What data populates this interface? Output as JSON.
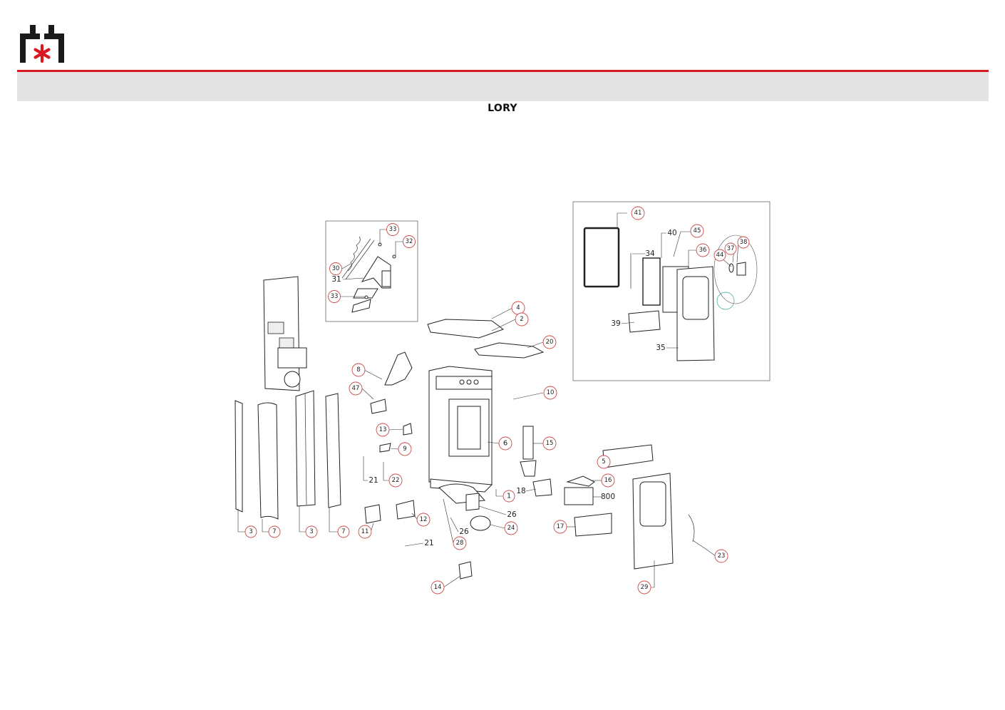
{
  "header": {
    "title": "LORY",
    "accent_color": "#d71920",
    "band_color": "#e3e3e3",
    "logo_icon": "flame-asterisk-logo"
  },
  "callouts": {
    "c33a": "33",
    "c32": "32",
    "c30": "30",
    "c31": "31",
    "c33b": "33",
    "c41": "41",
    "c40": "40",
    "c45": "45",
    "c34": "34",
    "c36": "36",
    "c44": "44",
    "c37": "37",
    "c38": "38",
    "c39": "39",
    "c35": "35",
    "c4": "4",
    "c2": "2",
    "c20": "20",
    "c8": "8",
    "c47": "47",
    "c10": "10",
    "c13": "13",
    "c9": "9",
    "c6": "6",
    "c15": "15",
    "c5": "5",
    "c16": "16",
    "c21a": "21",
    "c22": "22",
    "c1": "1",
    "c18": "18",
    "c800": "800",
    "c26a": "26",
    "c12": "12",
    "c11": "11",
    "c26b": "26",
    "c24": "24",
    "c17": "17",
    "c3a": "3",
    "c7a": "7",
    "c3b": "3",
    "c7b": "7",
    "c21b": "21",
    "c28": "28",
    "c23": "23",
    "c14": "14",
    "c29": "29"
  }
}
